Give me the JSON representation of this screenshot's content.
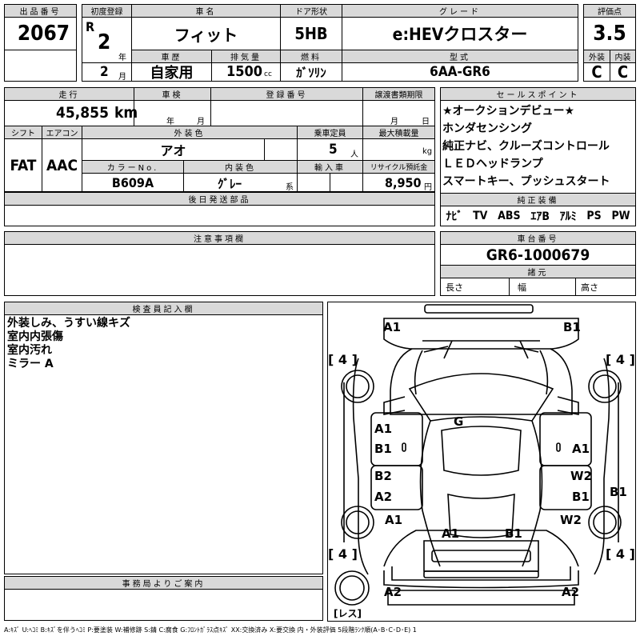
{
  "lot": {
    "label": "出品番号",
    "value": "2067"
  },
  "first_reg": {
    "label": "初度登録",
    "era": "R",
    "year": "2",
    "year_unit": "年",
    "month": "2",
    "month_unit": "月"
  },
  "car_name": {
    "label": "車名",
    "value": "フィット"
  },
  "door": {
    "label": "ドア形状",
    "value": "5HB"
  },
  "grade": {
    "label": "グレード",
    "value": "e:HEVクロスター"
  },
  "score": {
    "label": "評価点",
    "value": "3.5",
    "exterior_label": "外装",
    "exterior": "C",
    "interior_label": "内装",
    "interior": "C"
  },
  "history": {
    "label": "車歴",
    "value": "自家用"
  },
  "displacement": {
    "label": "排気量",
    "value": "1500",
    "unit": "cc"
  },
  "fuel": {
    "label": "燃料",
    "value": "ｶﾞｿﾘﾝ"
  },
  "model": {
    "label": "型式",
    "value": "6AA-GR6"
  },
  "mileage": {
    "label": "走行",
    "value": "45,855",
    "unit": "km"
  },
  "inspection": {
    "label": "車検",
    "year_unit": "年",
    "month_unit": "月"
  },
  "registration": {
    "label": "登録番号"
  },
  "transfer": {
    "label": "譲渡書類期限",
    "month_unit": "月",
    "day_unit": "日"
  },
  "shift": {
    "label": "シフト",
    "value": "FAT"
  },
  "aircon": {
    "label": "エアコン",
    "value": "AAC"
  },
  "ext_color": {
    "label": "外装色",
    "value": "アオ"
  },
  "capacity": {
    "label": "乗車定員",
    "value": "5",
    "unit": "人"
  },
  "max_load": {
    "label": "最大積載量",
    "unit": "kg"
  },
  "color_no": {
    "label": "カラーNo.",
    "value": "B609A"
  },
  "int_color": {
    "label": "内装色",
    "value": "ｸﾞﾚｰ",
    "unit": "系"
  },
  "import": {
    "label": "輸入車"
  },
  "recycle": {
    "label": "リサイクル預託金",
    "value": "8,950",
    "unit": "円"
  },
  "later_parts": {
    "label": "後日発送部品"
  },
  "sales_points": {
    "label": "セールスポイント",
    "lines": [
      "★オークションデビュー★",
      "ホンダセンシング",
      "純正ナビ、クルーズコントロール",
      "ＬＥＤヘッドランプ",
      "スマートキー、プッシュスタート"
    ]
  },
  "equipment": {
    "label": "純正装備",
    "items": [
      "ﾅﾋﾞ",
      "TV",
      "ABS",
      "ｴｱB",
      "ｱﾙﾐ",
      "PS",
      "PW"
    ]
  },
  "caution": {
    "label": "注意事項欄"
  },
  "chassis": {
    "label": "車台番号",
    "value": "GR6-1000679"
  },
  "specs": {
    "label": "諸元",
    "length": "長さ",
    "width": "幅",
    "height": "高さ"
  },
  "inspector": {
    "label": "検査員記入欄",
    "notes": [
      "外装しみ、うすい線キズ",
      "室内内張傷",
      "室内汚れ",
      "ミラー A"
    ]
  },
  "office": {
    "label": "事務局よりご案内"
  },
  "diagram": {
    "marks": {
      "front_left": "A1",
      "front_right": "B1",
      "g": "G",
      "lf1": "A1",
      "lf2": "B1",
      "rf1": "A1",
      "lr1": "B2",
      "lr2": "A2",
      "rr1": "W2",
      "rr2": "B1",
      "right_side": "B1",
      "lq": "A1",
      "rq": "W2",
      "rear_l": "A1",
      "rear_r": "B1",
      "rear_bumper_l": "A2",
      "rear_bumper_r": "A2"
    },
    "tires": {
      "fl": "4",
      "fr": "4",
      "rl": "4",
      "rr": "4"
    },
    "spare": "レス"
  },
  "legend": "A:ｷｽﾞ U:ﾍｺﾐ B:ｷｽﾞを伴うﾍｺﾐ P:要塗装 W:補修跡 S:錆 C:腐食 G:ﾌﾛﾝﾄｶﾞﾗｽ点ｷｽﾞ XX:交換済み X:要交換 内・外装評価 5段階ﾗﾝｸ順(A･B･C･D･E) 1"
}
